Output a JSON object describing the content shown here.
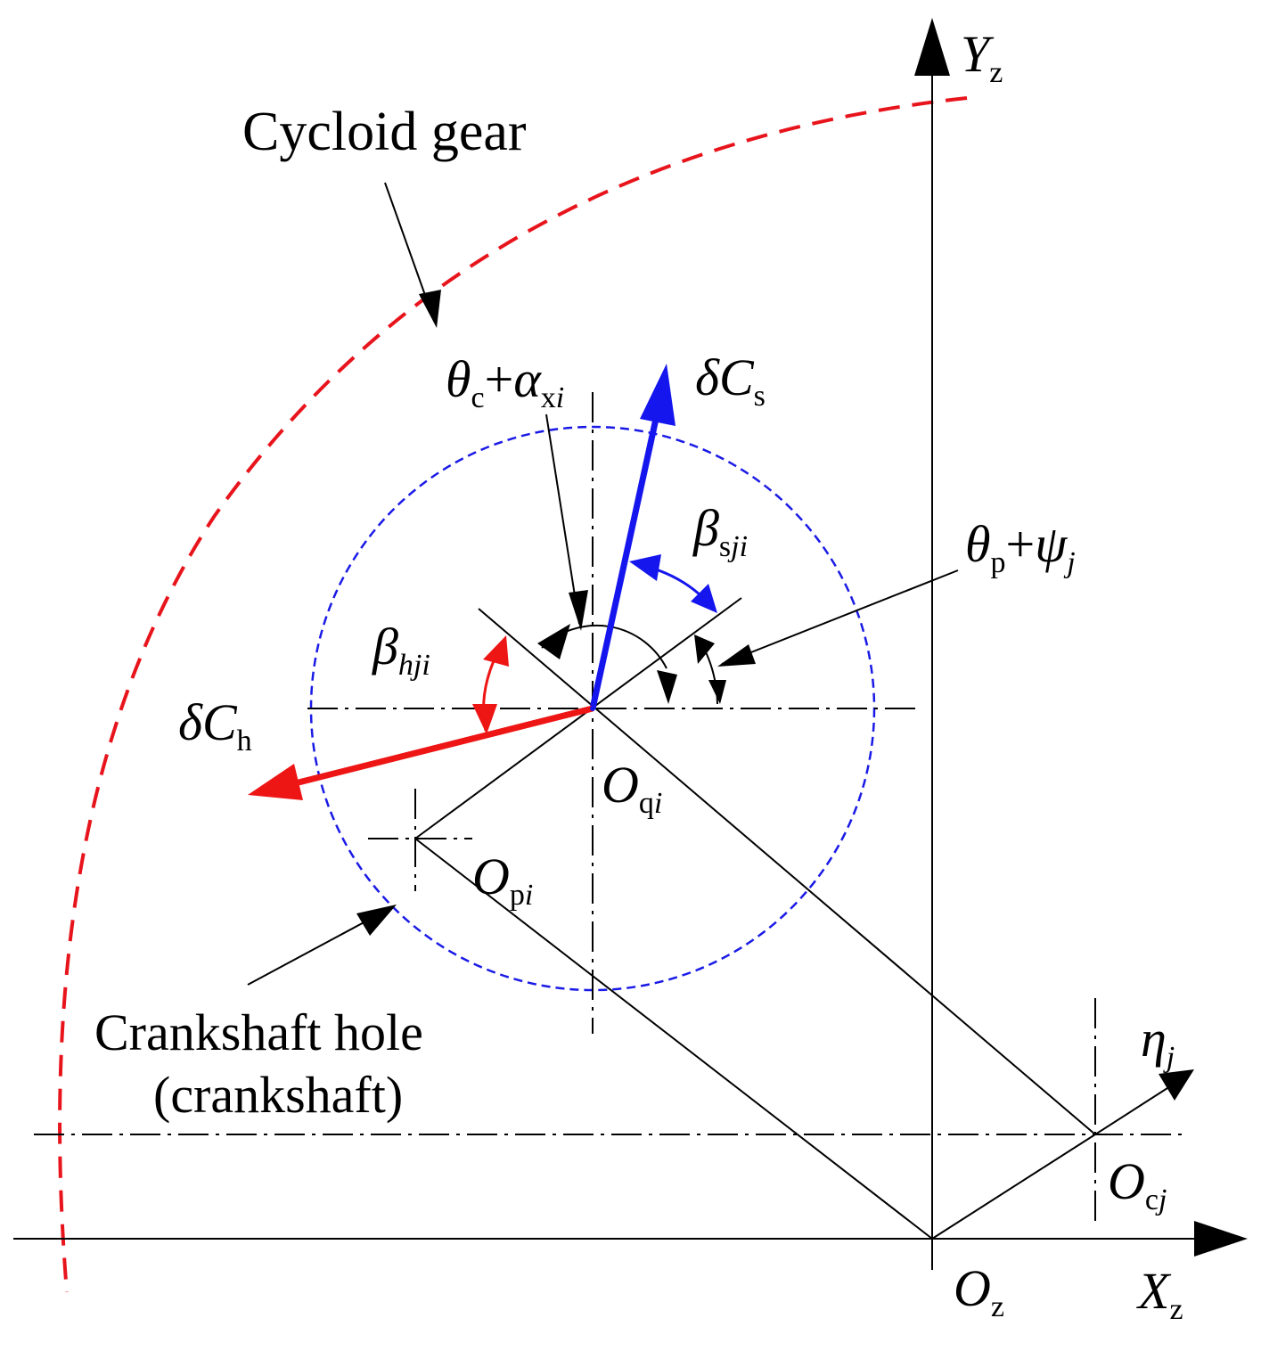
{
  "labels": {
    "cycloid_gear": "Cycloid gear",
    "crankshaft_hole_line1": "Crankshaft hole",
    "crankshaft_hole_line2": "(crankshaft)"
  },
  "symbols": {
    "Yz": {
      "main": "Y",
      "sub": "z"
    },
    "Xz": {
      "main": "X",
      "sub": "z"
    },
    "Oz": {
      "main": "O",
      "sub": "z"
    },
    "Ocj": {
      "main": "O",
      "sub1": "c",
      "sub2": "j"
    },
    "Oqi": {
      "main": "O",
      "sub1": "q",
      "sub2": "i"
    },
    "Opi": {
      "main": "O",
      "sub1": "p",
      "sub2": "i"
    },
    "eta_j": {
      "main": "η",
      "sub": "j"
    },
    "dCs": {
      "delta": "δ",
      "main": "C",
      "sub": "s"
    },
    "dCh": {
      "delta": "δ",
      "main": "C",
      "sub": "h"
    },
    "beta_sji": {
      "main": "β",
      "sub1": "s",
      "sub2": "ji"
    },
    "beta_hji": {
      "main": "β",
      "sub": "hji"
    },
    "theta_c_alpha": {
      "theta": "θ",
      "theta_sub": "c",
      "plus": "+",
      "alpha": "α",
      "alpha_sub1": "x",
      "alpha_sub2": "i"
    },
    "theta_p_psi": {
      "theta": "θ",
      "theta_sub": "p",
      "plus": "+",
      "psi": "ψ",
      "psi_sub": "j"
    }
  },
  "colors": {
    "cycloid": "#e8141c",
    "hole_circle": "#1a1ae6",
    "dCs_arrow": "#1515ee",
    "dCh_arrow": "#ee1515",
    "beta_s_arc": "#1515ee",
    "beta_h_arc": "#ee1515",
    "line": "#000000"
  }
}
